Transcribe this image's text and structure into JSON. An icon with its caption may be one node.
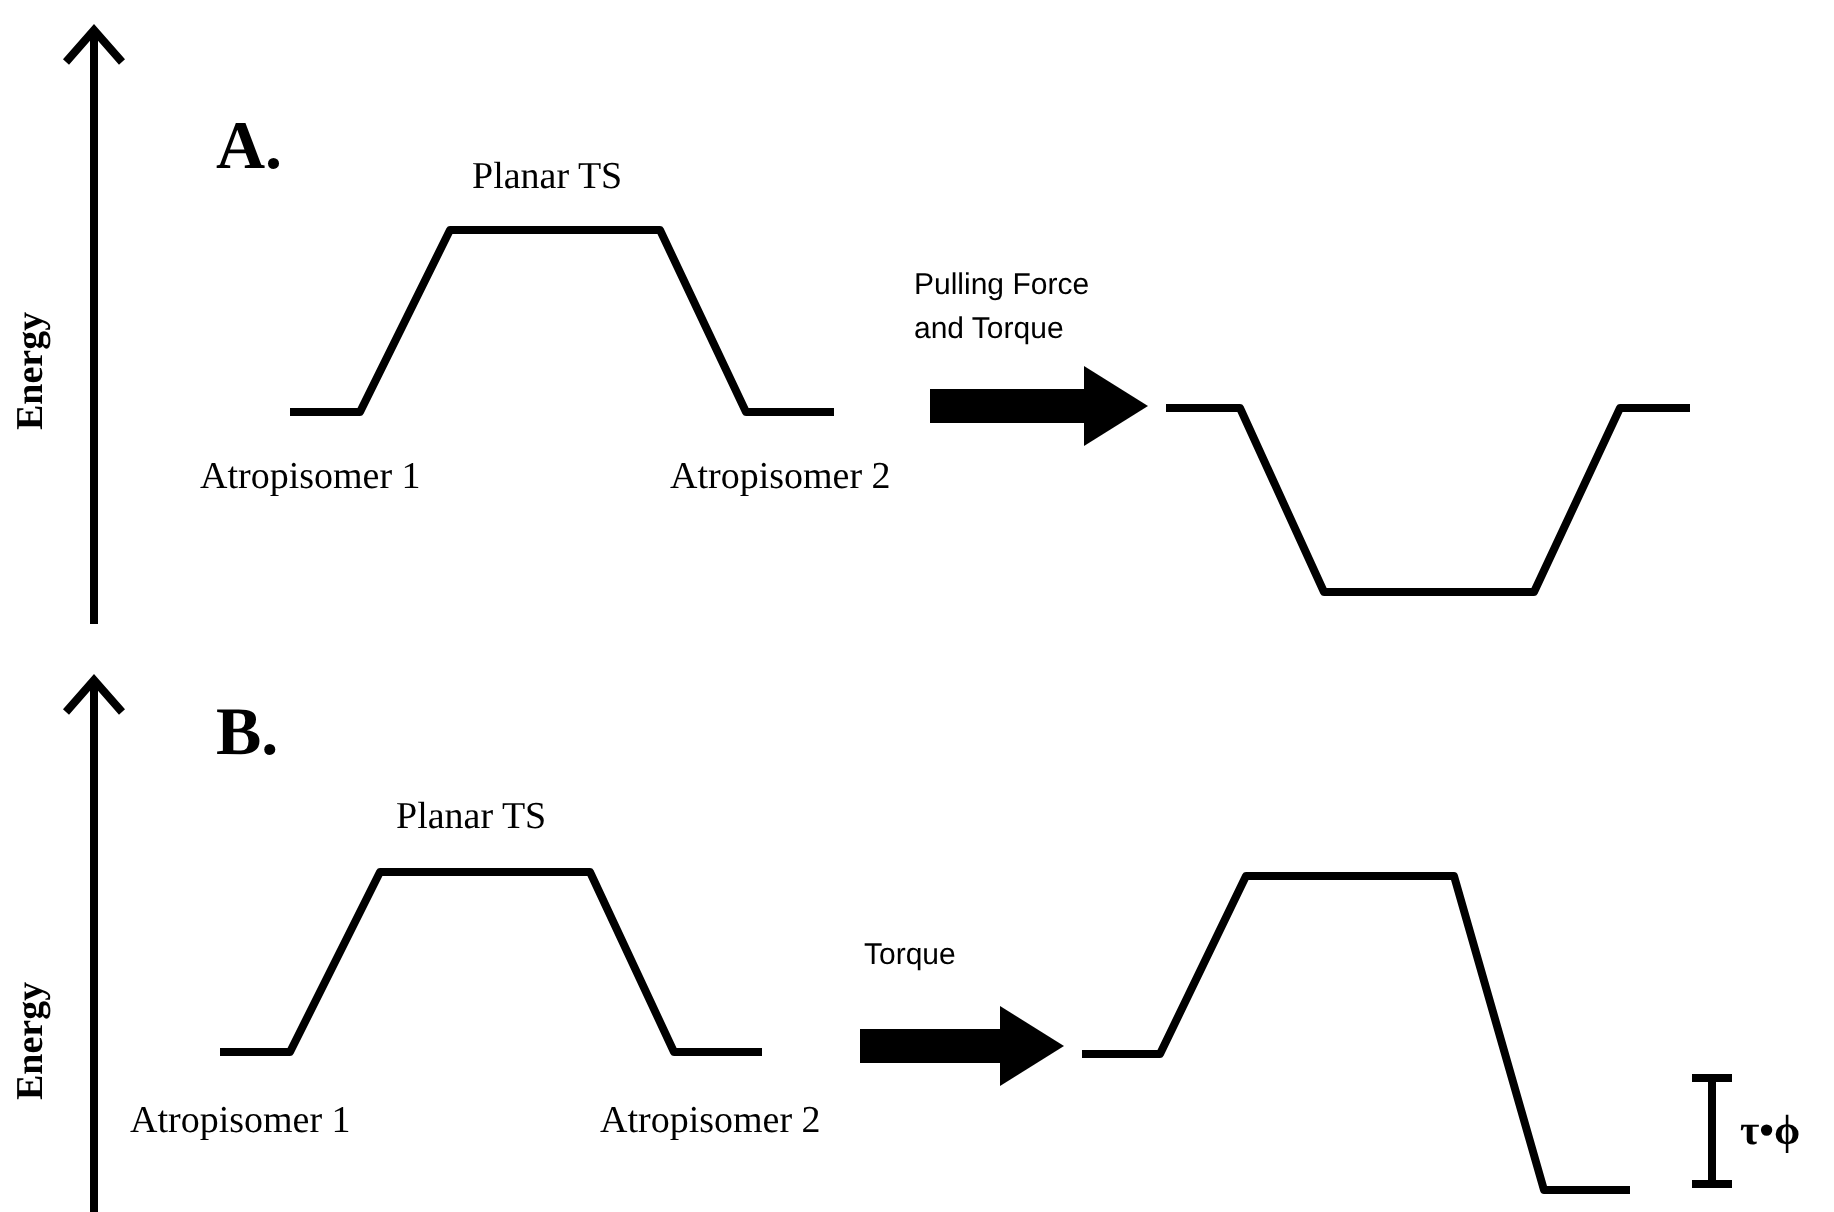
{
  "diagram": {
    "nodes": [
      {
        "text": [],
        "shape": "picture"
      },
      {
        "text": [],
        "shape": "picture"
      },
      {
        "text": [],
        "shape": "picture"
      },
      {
        "text": [],
        "shape": "picture"
      }
    ],
    "edges": [
      {
        "from": 0,
        "to": 1,
        "arrow": "to",
        "label": "Pulling Force and Torque"
      },
      {
        "from": 2,
        "to": 3,
        "arrow": "to",
        "label": "Torque"
      }
    ],
    "labels": [
      "A.",
      "Planar TS",
      "Energy",
      "Atropisomer 1",
      "Atropisomer 2",
      "B.",
      "Planar TS",
      "Energy",
      "Atropisomer 1",
      "Atropisomer 2",
      "τ•ϕ"
    ]
  }
}
